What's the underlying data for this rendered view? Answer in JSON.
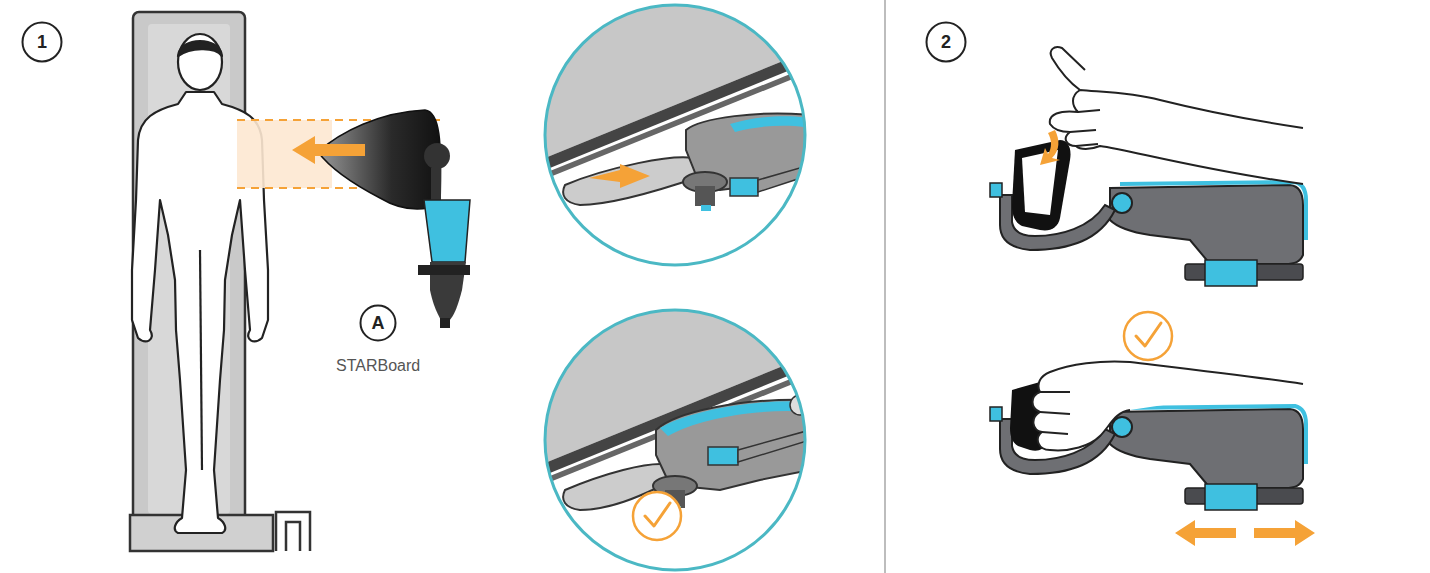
{
  "diagram": {
    "nodes": [
      {
        "text": [
          "1"
        ]
      },
      {
        "text": [
          "A"
        ]
      },
      {
        "text": [
          "2"
        ]
      }
    ],
    "labels": [
      "STARBoard"
    ]
  }
}
